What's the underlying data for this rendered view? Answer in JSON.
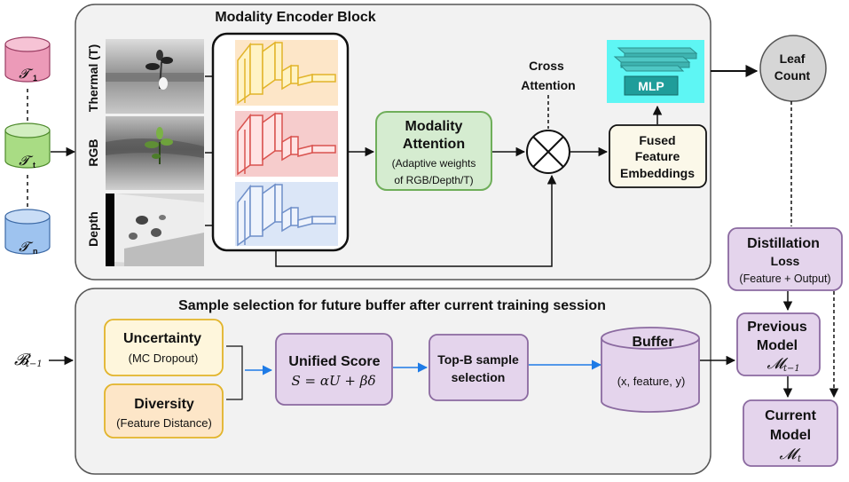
{
  "encoder": {
    "title": "Modality Encoder Block",
    "rows": [
      {
        "label": "Thermal (T)",
        "color": "#e2b42a",
        "fill": "#fde6c8"
      },
      {
        "label": "RGB",
        "color": "#d9534f",
        "fill": "#f6cccc"
      },
      {
        "label": "Depth",
        "color": "#6f8fc9",
        "fill": "#dbe6f7"
      }
    ]
  },
  "tasks": [
    {
      "label": "𝓣",
      "sub": "1"
    },
    {
      "label": "𝓣",
      "sub": "t"
    },
    {
      "label": "𝓣",
      "sub": "n"
    }
  ],
  "attention": {
    "title_1": "Modality",
    "title_2": "Attention",
    "line_1": "(Adaptive weights",
    "line_2": "of RGB/Depth/T)"
  },
  "cross": {
    "line_1": "Cross",
    "line_2": "Attention"
  },
  "fused": {
    "line_1": "Fused",
    "line_2": "Feature",
    "line_3": "Embeddings"
  },
  "mlp": {
    "label": "MLP"
  },
  "leaf": {
    "line_1": "Leaf",
    "line_2": "Count"
  },
  "distill": {
    "line_1": "Distillation",
    "line_2": "Loss",
    "line_3": "(Feature + Output)"
  },
  "selection": {
    "title": "Sample selection for future buffer after current training session"
  },
  "uncertainty": {
    "title": "Uncertainty",
    "sub": "(MC Dropout)"
  },
  "diversity": {
    "title": "Diversity",
    "sub": "(Feature Distance)"
  },
  "unified": {
    "title": "Unified Score",
    "formula": "S = αU + βδ"
  },
  "topb": {
    "line_1": "Top-B sample",
    "line_2": "selection"
  },
  "buffer": {
    "title": "Buffer",
    "sub": "(x, feature, y)"
  },
  "input": {
    "label": "𝓑",
    "sub": "t−1"
  },
  "previous": {
    "line_1": "Previous",
    "line_2": "Model",
    "symbol": "𝓜",
    "sub": "t−1"
  },
  "current": {
    "line_1": "Current",
    "line_2": "Model",
    "symbol": "𝓜",
    "sub": "t"
  }
}
